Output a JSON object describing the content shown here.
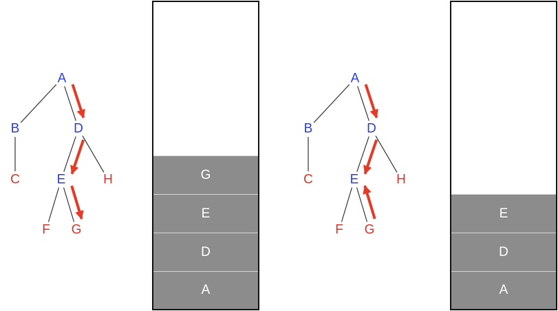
{
  "colors": {
    "internal_node": "#2b3fd6",
    "leaf_node": "#d9342b",
    "edge": "#333333",
    "arrow": "#e43a26",
    "stack_cell": "#8c8c8c"
  },
  "panels": [
    {
      "id": "panel-1",
      "nodes": {
        "A": {
          "label": "A",
          "kind": "internal"
        },
        "B": {
          "label": "B",
          "kind": "internal"
        },
        "C": {
          "label": "C",
          "kind": "leaf"
        },
        "D": {
          "label": "D",
          "kind": "internal"
        },
        "E": {
          "label": "E",
          "kind": "internal"
        },
        "F": {
          "label": "F",
          "kind": "leaf"
        },
        "G": {
          "label": "G",
          "kind": "leaf"
        },
        "H": {
          "label": "H",
          "kind": "leaf"
        }
      },
      "edges": [
        [
          "A",
          "B"
        ],
        [
          "A",
          "D"
        ],
        [
          "B",
          "C"
        ],
        [
          "D",
          "E"
        ],
        [
          "D",
          "H"
        ],
        [
          "E",
          "F"
        ],
        [
          "E",
          "G"
        ]
      ],
      "arrows": [
        {
          "from": "A",
          "to": "D",
          "direction": "down"
        },
        {
          "from": "D",
          "to": "E",
          "direction": "down"
        },
        {
          "from": "E",
          "to": "G",
          "direction": "down"
        }
      ],
      "stack": [
        "G",
        "E",
        "D",
        "A"
      ]
    },
    {
      "id": "panel-2",
      "nodes": {
        "A": {
          "label": "A",
          "kind": "internal"
        },
        "B": {
          "label": "B",
          "kind": "internal"
        },
        "C": {
          "label": "C",
          "kind": "leaf"
        },
        "D": {
          "label": "D",
          "kind": "internal"
        },
        "E": {
          "label": "E",
          "kind": "internal"
        },
        "F": {
          "label": "F",
          "kind": "leaf"
        },
        "G": {
          "label": "G",
          "kind": "leaf"
        },
        "H": {
          "label": "H",
          "kind": "leaf"
        }
      },
      "edges": [
        [
          "A",
          "B"
        ],
        [
          "A",
          "D"
        ],
        [
          "B",
          "C"
        ],
        [
          "D",
          "E"
        ],
        [
          "D",
          "H"
        ],
        [
          "E",
          "F"
        ],
        [
          "E",
          "G"
        ]
      ],
      "arrows": [
        {
          "from": "A",
          "to": "D",
          "direction": "down"
        },
        {
          "from": "D",
          "to": "E",
          "direction": "down"
        },
        {
          "from": "G",
          "to": "E",
          "direction": "up"
        }
      ],
      "stack": [
        "E",
        "D",
        "A"
      ]
    }
  ]
}
